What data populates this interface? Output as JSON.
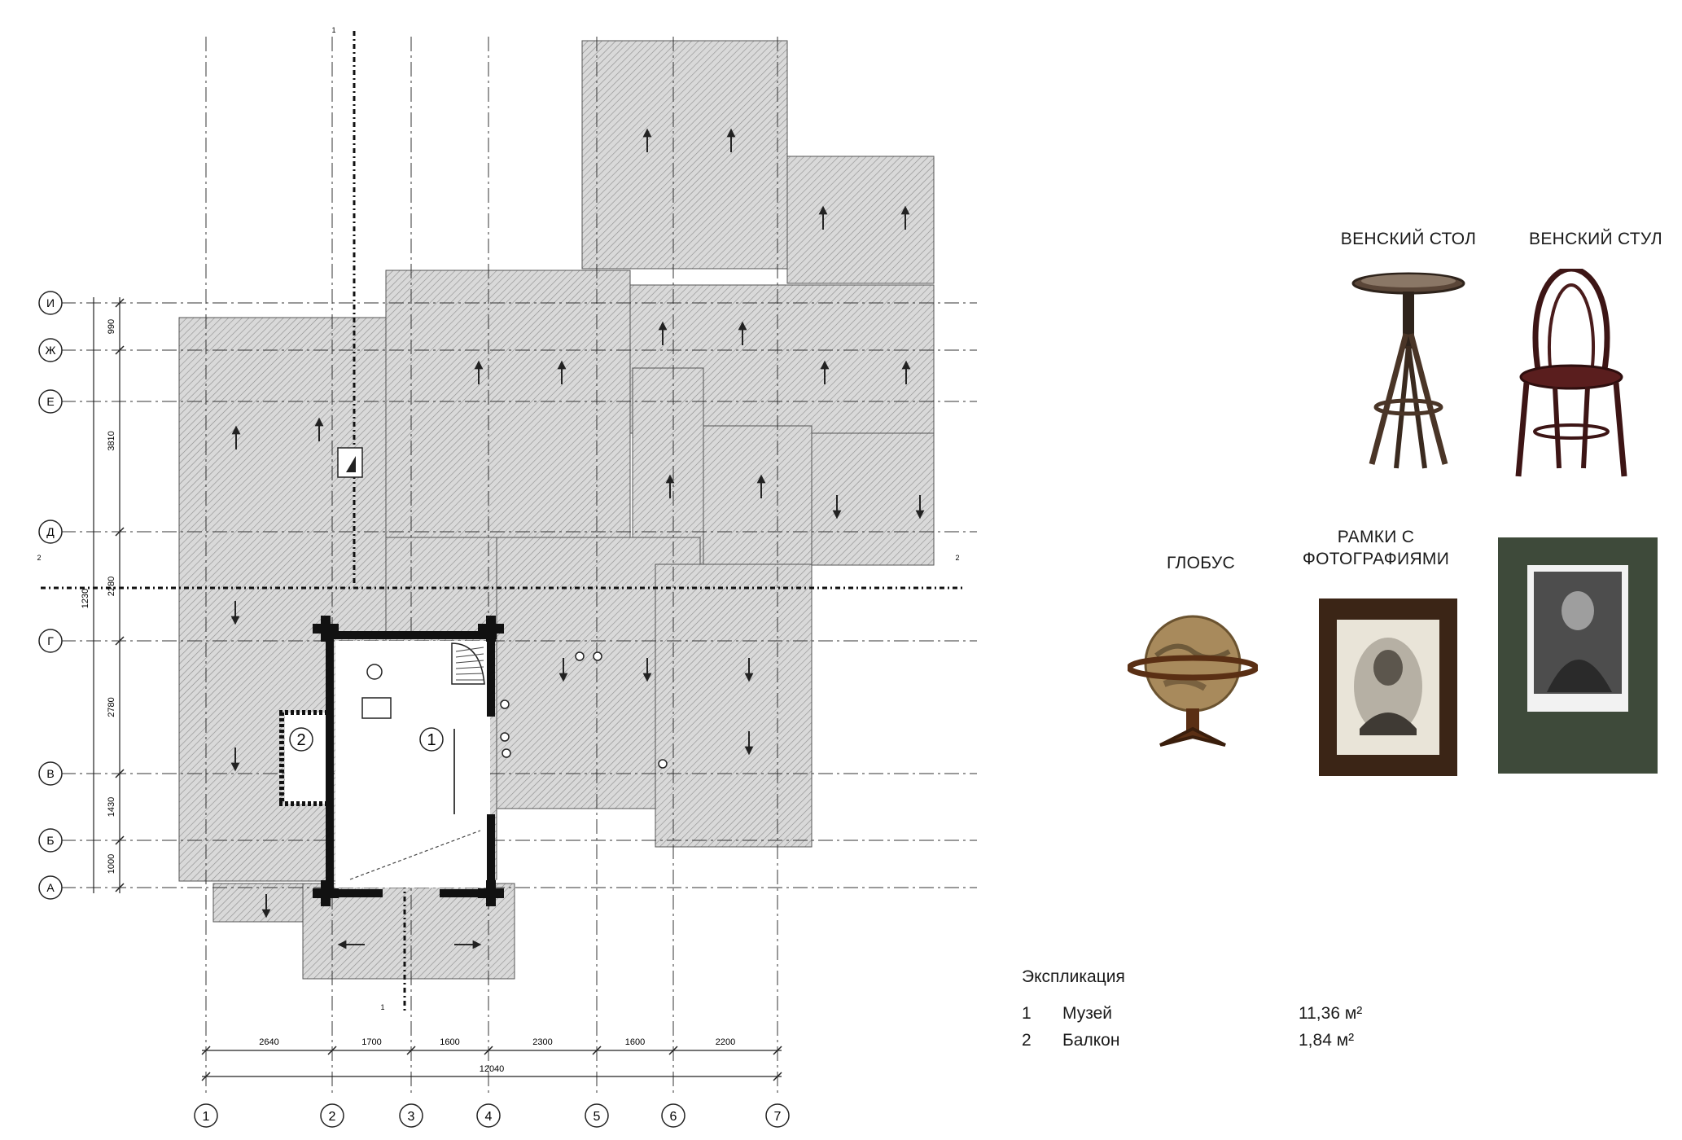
{
  "furniture": [
    {
      "id": "vienna-table",
      "title": "ВЕНСКИЙ СТОЛ"
    },
    {
      "id": "vienna-chair",
      "title": "ВЕНСКИЙ СТУЛ"
    },
    {
      "id": "globe",
      "title": "ГЛОБУС"
    },
    {
      "id": "photo-frames",
      "title": "РАМКИ С ФОТОГРАФИЯМИ"
    }
  ],
  "explication": {
    "title": "Экспликация",
    "rooms": [
      {
        "num": "1",
        "name": "Музей",
        "area": "11,36 м²"
      },
      {
        "num": "2",
        "name": "Балкон",
        "area": "1,84 м²"
      }
    ]
  },
  "plan": {
    "col_axes": [
      "1",
      "2",
      "3",
      "4",
      "5",
      "6",
      "7"
    ],
    "row_axes": [
      "И",
      "Ж",
      "Е",
      "Д",
      "Г",
      "В",
      "Б",
      "А"
    ],
    "bottom_dims": [
      "2640",
      "1700",
      "1600",
      "2300",
      "1600",
      "2200"
    ],
    "bottom_total": "12040",
    "left_dims": [
      "990",
      "3810",
      "2780",
      "1430",
      "1000"
    ],
    "left_dims_extra": [
      "1230",
      "2280"
    ],
    "room_markers": [
      "1",
      "2"
    ],
    "section_marks": [
      "1",
      "1",
      "2",
      "2"
    ]
  }
}
